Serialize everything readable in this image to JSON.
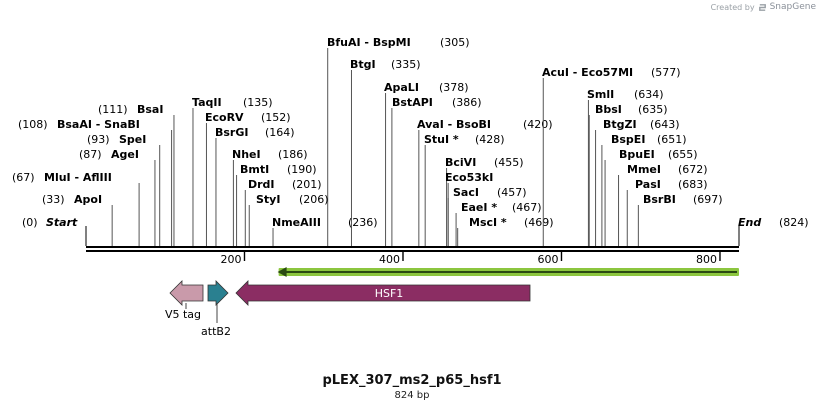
{
  "credit": {
    "created_by": "Created by",
    "brand": "SnapGene"
  },
  "plasmid": {
    "name": "pLEX_307_ms2_p65_hsf1",
    "size_label": "824 bp",
    "length": 824
  },
  "start_label": {
    "name": "Start",
    "pos_text": "(0)"
  },
  "end_label": {
    "name": "End",
    "pos_text": "(824)"
  },
  "sites": [
    {
      "text": "BfuAI  - BspMI",
      "pos": 305,
      "pos_text": "(305)"
    },
    {
      "text": "BtgI",
      "pos": 335,
      "pos_text": "(335)"
    },
    {
      "text": "ApaLI",
      "pos": 378,
      "pos_text": "(378)"
    },
    {
      "text": "BstAPI",
      "pos": 386,
      "pos_text": "(386)"
    },
    {
      "text": "AvaI  - BsoBI",
      "pos": 420,
      "pos_text": "(420)"
    },
    {
      "text": "StuI *",
      "pos": 428,
      "pos_text": "(428)"
    },
    {
      "text": "BciVI",
      "pos": 455,
      "pos_text": "(455)"
    },
    {
      "text": "Eco53kI",
      "pos": 457,
      "pos_text": ""
    },
    {
      "text": "SacI",
      "pos": 457,
      "pos_text": "(457)"
    },
    {
      "text": "EaeI *",
      "pos": 467,
      "pos_text": "(467)"
    },
    {
      "text": "MscI *",
      "pos": 469,
      "pos_text": "(469)"
    },
    {
      "text": "NmeAIII",
      "pos": 236,
      "pos_text": "(236)"
    },
    {
      "text": "AcuI  - Eco57MI",
      "pos": 577,
      "pos_text": "(577)"
    },
    {
      "text": "SmlI",
      "pos": 634,
      "pos_text": "(634)"
    },
    {
      "text": "BbsI",
      "pos": 635,
      "pos_text": "(635)"
    },
    {
      "text": "BtgZI",
      "pos": 643,
      "pos_text": "(643)"
    },
    {
      "text": "BspEI",
      "pos": 651,
      "pos_text": "(651)"
    },
    {
      "text": "BpuEI",
      "pos": 655,
      "pos_text": "(655)"
    },
    {
      "text": "MmeI",
      "pos": 672,
      "pos_text": "(672)"
    },
    {
      "text": "PasI",
      "pos": 683,
      "pos_text": "(683)"
    },
    {
      "text": "BsrBI",
      "pos": 697,
      "pos_text": "(697)"
    },
    {
      "text": "BsaI",
      "pos": 111,
      "pos_text": "(111)"
    },
    {
      "text": "BsaAI  - SnaBI",
      "pos": 108,
      "pos_text": "(108)"
    },
    {
      "text": "SpeI",
      "pos": 93,
      "pos_text": "(93)"
    },
    {
      "text": "AgeI",
      "pos": 87,
      "pos_text": "(87)"
    },
    {
      "text": "MluI  - AflIII",
      "pos": 67,
      "pos_text": "(67)"
    },
    {
      "text": "ApoI",
      "pos": 33,
      "pos_text": "(33)"
    },
    {
      "text": "TaqII",
      "pos": 135,
      "pos_text": "(135)"
    },
    {
      "text": "EcoRV",
      "pos": 152,
      "pos_text": "(152)"
    },
    {
      "text": "BsrGI",
      "pos": 164,
      "pos_text": "(164)"
    },
    {
      "text": "NheI",
      "pos": 186,
      "pos_text": "(186)"
    },
    {
      "text": "BmtI",
      "pos": 190,
      "pos_text": "(190)"
    },
    {
      "text": "DrdI",
      "pos": 201,
      "pos_text": "(201)"
    },
    {
      "text": "StyI",
      "pos": 206,
      "pos_text": "(206)"
    }
  ],
  "ruler": {
    "ticks": [
      {
        "value": 200,
        "label": "200"
      },
      {
        "value": 400,
        "label": "400"
      },
      {
        "value": 600,
        "label": "600"
      },
      {
        "value": 800,
        "label": "800"
      }
    ]
  },
  "features": [
    {
      "name": "V5 tag",
      "start": 110,
      "end": 152,
      "direction": "reverse",
      "color": "#c99aaa"
    },
    {
      "name": "attB2",
      "start": 158,
      "end": 183,
      "direction": "forward",
      "color": "#2a8090"
    },
    {
      "name": "HSF1",
      "start": 193,
      "end": 568,
      "direction": "reverse",
      "color": "#8b2d63"
    }
  ],
  "orf": {
    "start": 185,
    "end": 824,
    "direction": "reverse",
    "color": "#8cc63f"
  },
  "colors": {
    "backbone": "#000000",
    "feature_label": "#ffffff"
  }
}
